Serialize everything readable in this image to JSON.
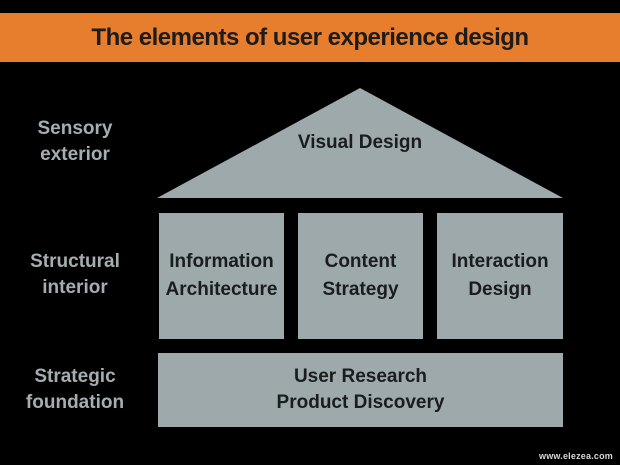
{
  "title": "The elements of user experience design",
  "colors": {
    "background": "#000000",
    "banner_orange": "#E67E2E",
    "shape_gray": "#9DA9AB",
    "row_label_gray": "#A4ADAF",
    "shape_text_dark": "#1A1D1E"
  },
  "row_labels": [
    {
      "text": "Sensory\nexterior"
    },
    {
      "text": "Structural\ninterior"
    },
    {
      "text": "Strategic\nfoundation"
    }
  ],
  "house": {
    "roof_label": "Visual Design",
    "rooms": [
      "Information\nArchitecture",
      "Content\nStrategy",
      "Interaction\nDesign"
    ],
    "foundation_label": "User Research\nProduct Discovery"
  },
  "watermark": "www.elezea.com"
}
